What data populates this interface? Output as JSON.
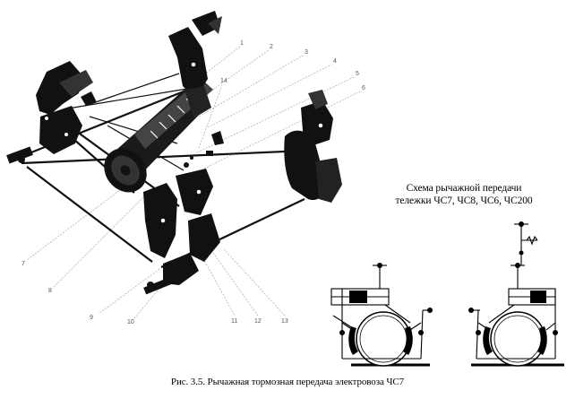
{
  "figure": {
    "scheme_title_line1": "Схема рычажной передачи",
    "scheme_title_line2": "тележки ЧС7, ЧС8, ЧС6, ЧС200",
    "caption": "Рис. 3.5. Рычажная тормозная передача электровоза ЧС7",
    "callout_numbers": [
      "1",
      "2",
      "3",
      "4",
      "5",
      "6",
      "7",
      "8",
      "9",
      "10",
      "11",
      "12",
      "13",
      "14"
    ]
  }
}
